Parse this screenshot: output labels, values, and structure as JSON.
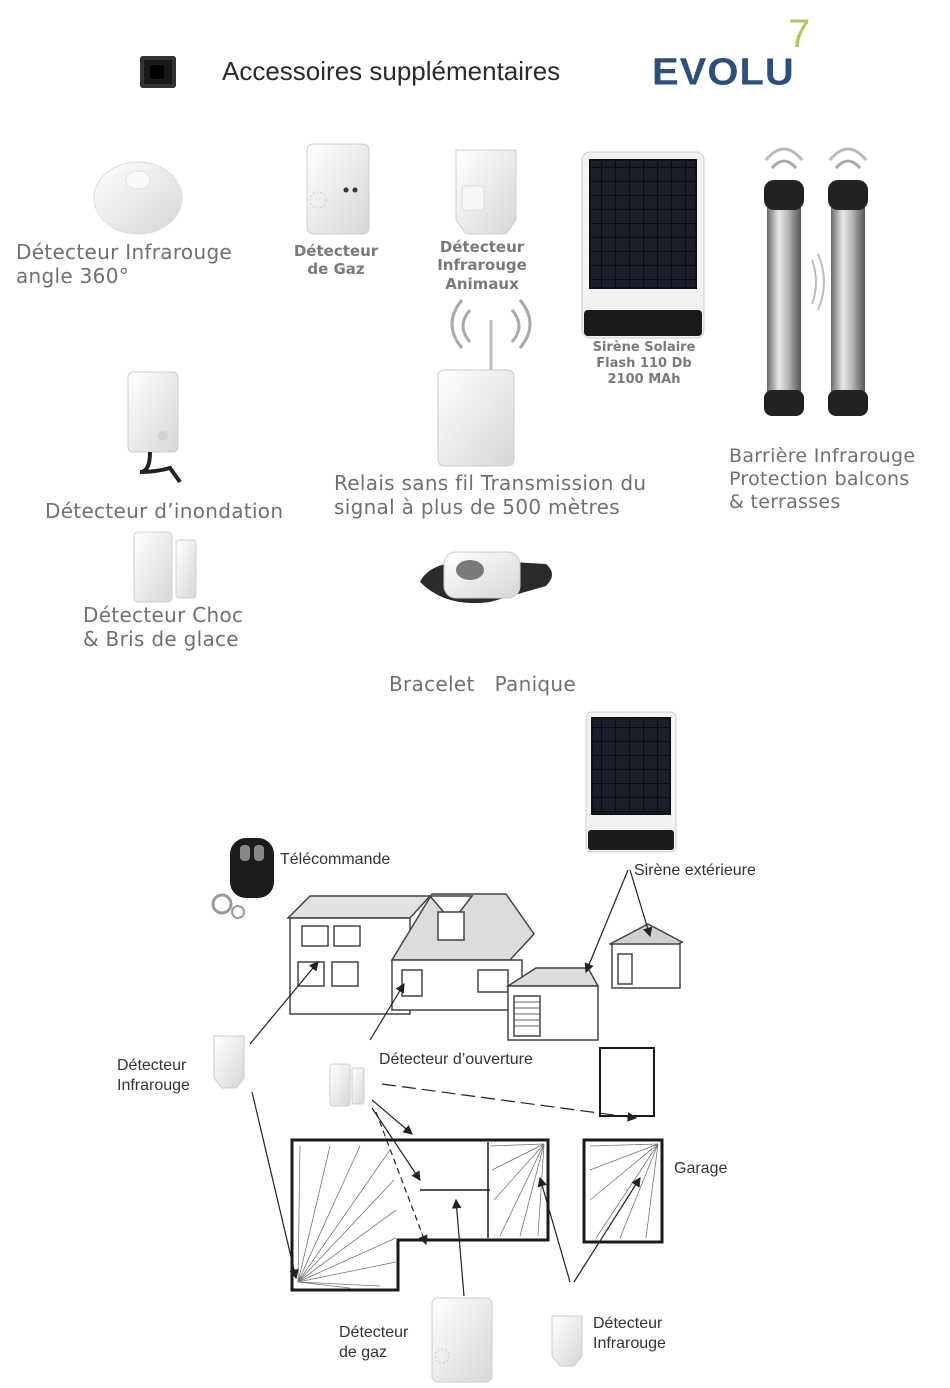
{
  "header": {
    "title": "Accessoires supplémentaires",
    "brand": "EVOLU",
    "brand_mark": "7"
  },
  "accessories": {
    "ir_360": {
      "line1": "Détecteur Infrarouge",
      "line2": "angle 360°"
    },
    "gas": {
      "line1": "Détecteur",
      "line2": "de Gaz"
    },
    "ir_pets": {
      "line1": "Détecteur",
      "line2": "Infrarouge",
      "line3": "Animaux"
    },
    "solar_siren": {
      "line1": "Sirène Solaire",
      "line2": "Flash 110 Db",
      "line3": "2100 MAh"
    },
    "flood": {
      "line1": "Détecteur d’inondation"
    },
    "relay": {
      "line1": "Relais sans fil Transmission du",
      "line2": "signal à plus de 500 mètres"
    },
    "ir_barrier": {
      "line1": "Barrière Infrarouge",
      "line2": "Protection balcons",
      "line3": "& terrasses"
    },
    "shock": {
      "line1": "Détecteur Choc",
      "line2": "& Bris de glace"
    },
    "panic": {
      "line1": "Bracelet   Panique"
    }
  },
  "plan": {
    "remote": "Télécommande",
    "outdoor_siren": "Sirène extérieure",
    "ir_left": {
      "line1": "Détecteur",
      "line2": "Infrarouge"
    },
    "opening": "Détecteur d’ouverture",
    "garage": "Garage",
    "gas": {
      "line1": "Détecteur",
      "line2": "de gaz"
    },
    "ir_right": {
      "line1": "Détecteur",
      "line2": "Infrarouge"
    }
  },
  "colors": {
    "title": "#2a2a2a",
    "brand": "#2d4f7e",
    "brand_mark": "#b9c25c",
    "label": "#707070",
    "device": "#eeeeee",
    "line": "#222222"
  }
}
